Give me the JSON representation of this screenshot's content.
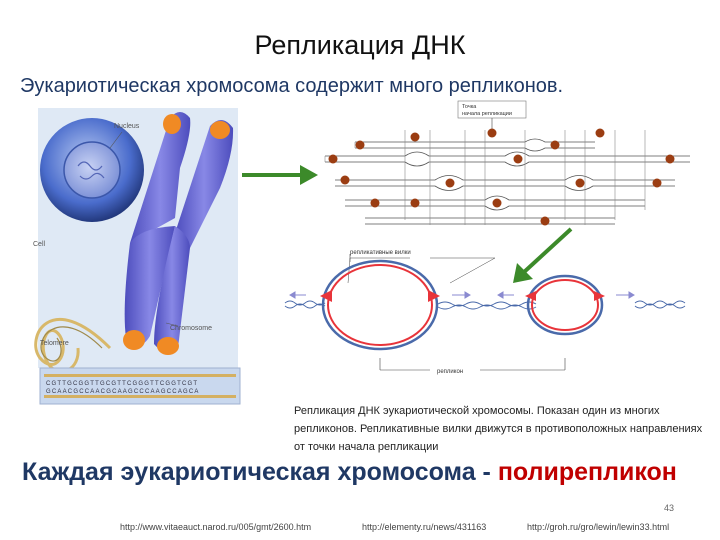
{
  "slide": {
    "title": "Репликация ДНК",
    "subtitle": "Эукариотическая хромосома содержит много репликонов.",
    "caption": "Репликация ДНК эукариотической хромосомы. Показан один из многих репликонов. Репликативные вилки движутся в противоположных направлениях от точки начала репликации",
    "bottom_prefix": "Каждая эукариотическая хромосома - ",
    "bottom_highlight": "полирепликон",
    "page_number": "43",
    "links": [
      "http://www.vitaeauct.narod.ru/005/gmt/2600.htm",
      "http://elementy.ru/news/431163",
      "http://groh.ru/gro/lewin/lewin33.html"
    ]
  },
  "chromosome_figure": {
    "labels": {
      "nucleus": "Nucleus",
      "cell": "Cell",
      "telomere": "Telomere",
      "chromosome": "Chromosome"
    },
    "dna_top": "CGTTGCGGTTGCGTTCGGGTTCGGTCGT",
    "dna_bottom": "GCAACGCCAACGCAAGCCCAAGCCAGCA",
    "colors": {
      "chromosome": "#6a6ad0",
      "telomere": "#f08a24",
      "cell": "#5a7bd6"
    }
  },
  "replicon_figure": {
    "labels": {
      "origin_line1": "Точка",
      "origin_line2": "начала репликации",
      "forks": "репликативные вилки",
      "replicon": "репликон"
    },
    "colors": {
      "new_strand": "#e8343a",
      "arrow": "#3c8a2a",
      "dot": "#9b3d12"
    }
  }
}
